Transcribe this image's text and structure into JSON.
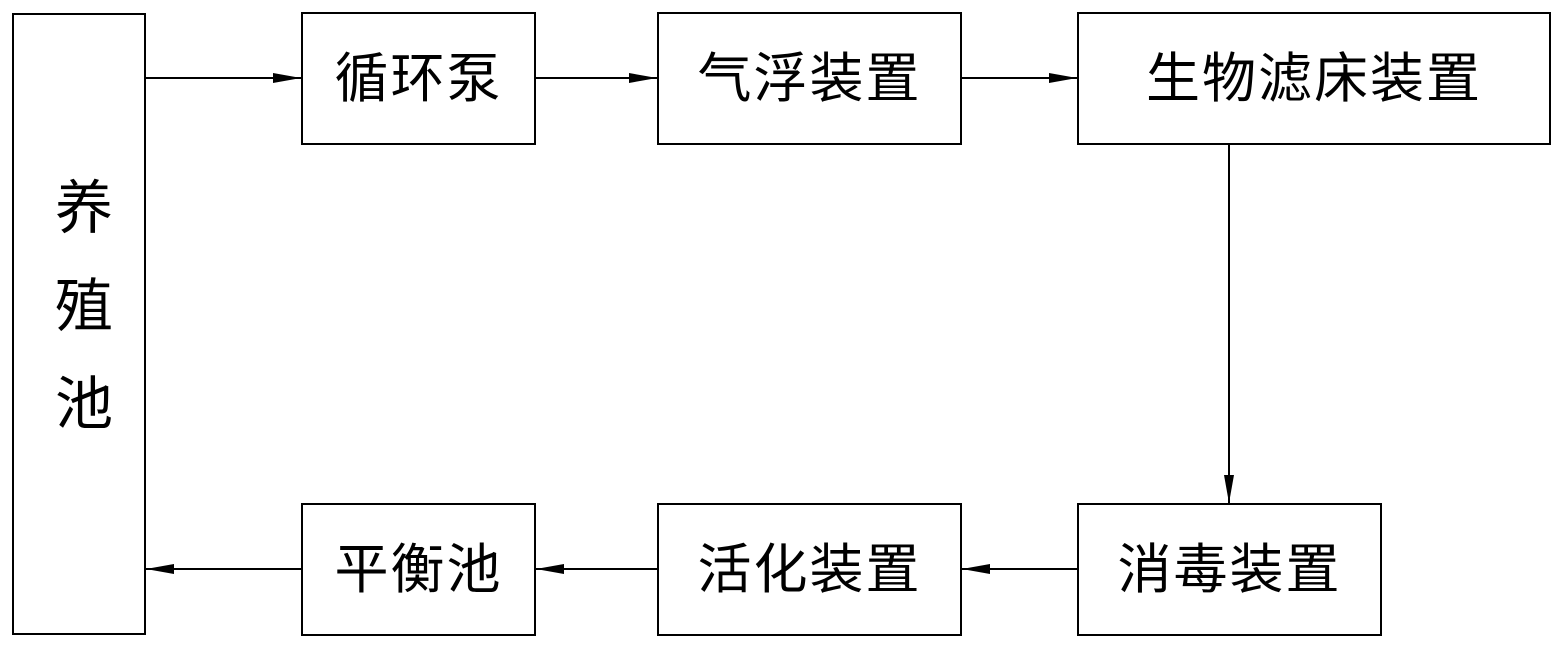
{
  "diagram": {
    "nodes": {
      "breeding_pool": "养殖池",
      "circulation_pump": "循环泵",
      "air_flotation": "气浮装置",
      "biofilter": "生物滤床装置",
      "disinfection": "消毒装置",
      "activation": "活化装置",
      "balance_pool": "平衡池"
    },
    "flow": [
      "breeding_pool",
      "circulation_pump",
      "air_flotation",
      "biofilter",
      "disinfection",
      "activation",
      "balance_pool",
      "breeding_pool"
    ],
    "colors": {
      "line": "#000000",
      "background": "#ffffff"
    }
  }
}
